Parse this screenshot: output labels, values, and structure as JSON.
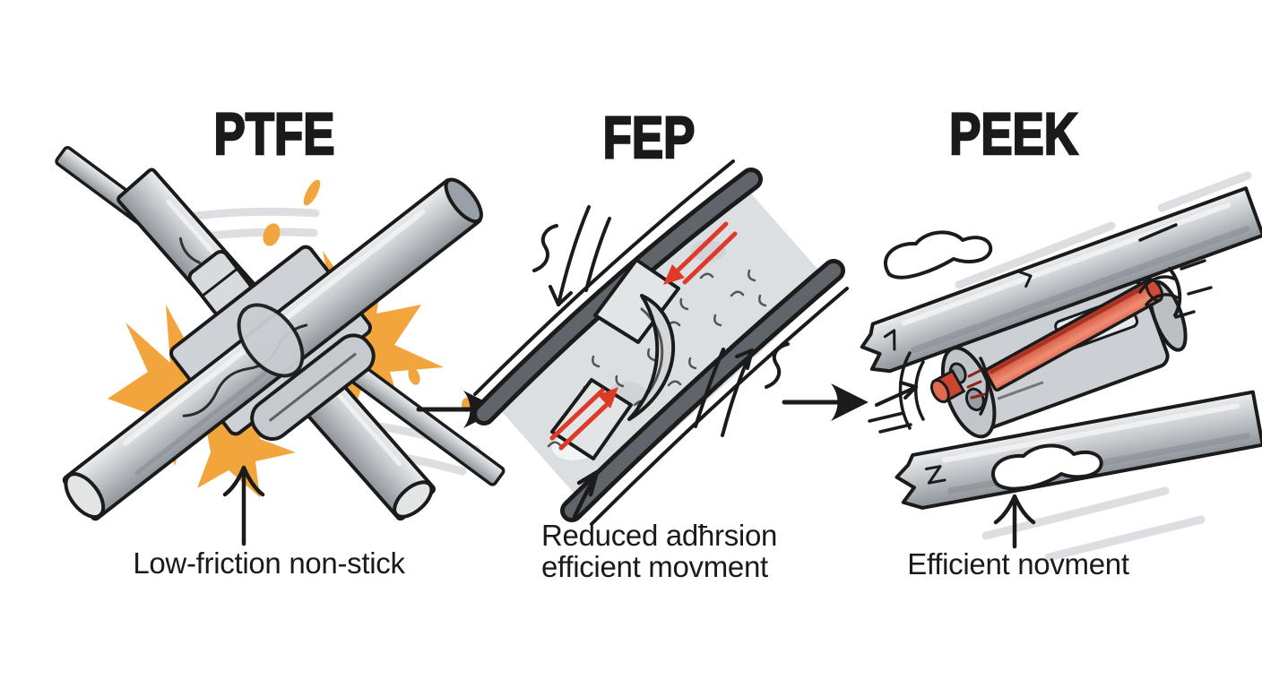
{
  "figure": {
    "background": "#ffffff",
    "panels": [
      {
        "id": "ptfe",
        "title": "PTFE",
        "caption_lines": [
          "Low-friction non-stick"
        ]
      },
      {
        "id": "fep",
        "title": "FEP",
        "caption_lines": [
          "Reduced adħrsion",
          "efficient movment"
        ]
      },
      {
        "id": "peek",
        "title": "PEEK",
        "caption_lines": [
          "Efficient novment"
        ]
      }
    ]
  },
  "icons": {
    "panel_connector": "right-arrow-icon",
    "caption_pointer": "up-arrow-icon",
    "fep_motion": "motion-arrow-icon",
    "peek_motion": "speed-lines-icon",
    "friction": "spark-splash-icon",
    "peek_swoosh": "motion-swoosh-icon"
  },
  "colors": {
    "bg": "#ffffff",
    "ink": "#1b1b1b",
    "text": "#1a1a1c",
    "rod-light": "#eceeef",
    "rod-mid": "#c3c7cb",
    "rod-dark": "#8e939a",
    "channel-wall": "#60656c",
    "channel-fill": "#dcdfe1",
    "accent-orange": "#f2a53c",
    "accent-red": "#dd3a2a",
    "red-rod": "#de6a52",
    "red-rod-dark": "#a42f20",
    "shadow-gray": "#b9bec4"
  }
}
